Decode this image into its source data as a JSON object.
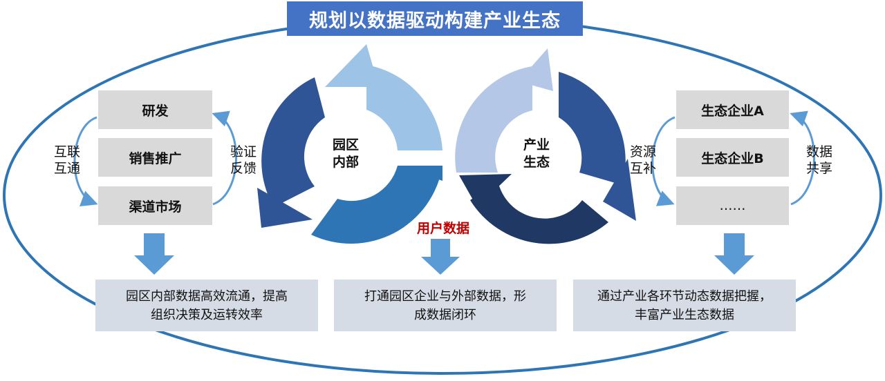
{
  "title": "规划以数据驱动构建产业生态",
  "left": {
    "boxes": [
      "研发",
      "销售推广",
      "渠道市场"
    ],
    "arrow_left": "互联\n互通",
    "arrow_right": "验证\n反馈",
    "description": "园区内部数据高效流通，提高\n组织决策及运转效率"
  },
  "center": {
    "cycle_left": "园区\n内部",
    "cycle_right": "产业\n生态",
    "data_label": "用户数据",
    "description": "打通园区企业与外部数据，形\n成数据闭环"
  },
  "right": {
    "boxes": [
      "生态企业A",
      "生态企业B",
      "……"
    ],
    "arrow_left": "资源\n互补",
    "arrow_right": "数据\n共享",
    "description": "通过产业各环节动态数据把握，\n丰富产业生态数据"
  },
  "colors": {
    "title_bg": "#4472c4",
    "ellipse": "#2e75b6",
    "box": "#d9d9d9",
    "desc_box": "#d6dce5",
    "down_arrow": "#5b9bd5",
    "label_red": "#c00000"
  }
}
